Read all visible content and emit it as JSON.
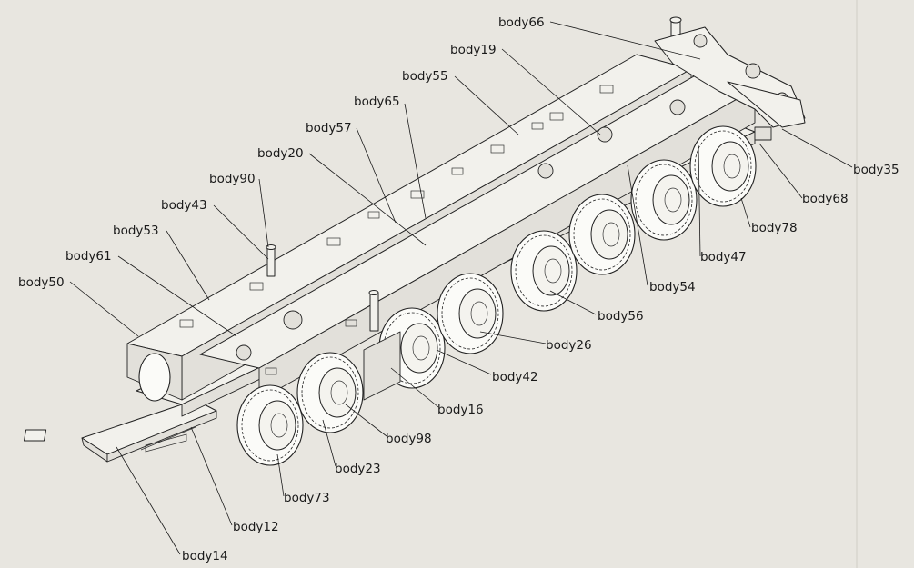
{
  "callouts": [
    {
      "label": "body66"
    },
    {
      "label": "body19"
    },
    {
      "label": "body55"
    },
    {
      "label": "body65"
    },
    {
      "label": "body57"
    },
    {
      "label": "body20"
    },
    {
      "label": "body90"
    },
    {
      "label": "body43"
    },
    {
      "label": "body53"
    },
    {
      "label": "body61"
    },
    {
      "label": "body50"
    },
    {
      "label": "body35"
    },
    {
      "label": "body68"
    },
    {
      "label": "body78"
    },
    {
      "label": "body47"
    },
    {
      "label": "body54"
    },
    {
      "label": "body56"
    },
    {
      "label": "body26"
    },
    {
      "label": "body42"
    },
    {
      "label": "body16"
    },
    {
      "label": "body98"
    },
    {
      "label": "body23"
    },
    {
      "label": "body73"
    },
    {
      "label": "body12"
    },
    {
      "label": "body14"
    }
  ],
  "colors": {
    "background": "#e8e6e0",
    "ink": "#1a1a1a",
    "part_fill": "#f2f1ec"
  }
}
